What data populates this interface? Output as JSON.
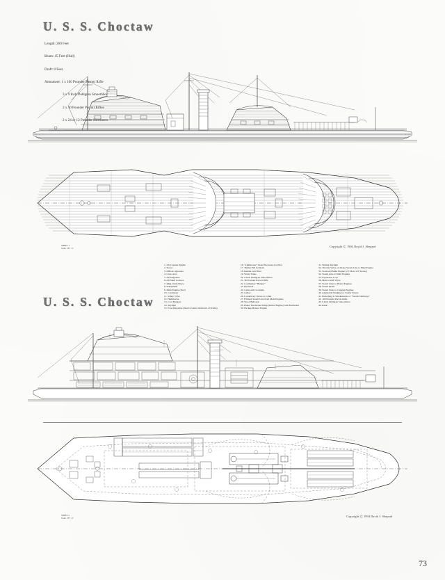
{
  "page": {
    "number": "73",
    "sheet_type": "ship-plans",
    "paper_color": "#fbfbf9",
    "ink_color": "#2e2e2e"
  },
  "titles": {
    "top": "U. S. S. Choctaw",
    "bottom": "U. S. S. Choctaw"
  },
  "specifications": {
    "length": "Length: 260 Feet",
    "beam": "Beam: 45 Feet (Hull)",
    "draft": "Draft: 8 Feet",
    "armament_label": "Armament: 1 x 100 Pounder Parrott Rifle",
    "armament_lines": [
      "3 x 9 Inch Dahlgren Smoothbores",
      "2 x 30 Pounder Parrott Rifles",
      "2 x 24 or 12 Pounder Howitzers"
    ]
  },
  "legend": {
    "column1": [
      "1.  Aft Capstan Engine",
      "2.  Stores",
      "3.  Officers Quarters",
      "4.  Crew Area",
      "5.  Aft Magazine",
      "6.  Aft Shell Lockers",
      "7.  Ring Chain Brace",
      "8.  Wheelshaft",
      "9.  Main Engine (Port)",
      "10. Condenser",
      "11. Safety Valve",
      "12. Hammocks",
      "13. Coal Bunkers",
      "14. Skylight",
      "15. Fore Magazine (Shell Lockers Outboard of Frame)"
    ],
    "column2": [
      "16. \"Lighthouse\" Glass Enclosure for Pilot",
      "17. Timber Fill for Ram",
      "18. Rudder and Tiller",
      "19. Water Tanks",
      "20. 9 Inch Dahlgren Smoothbore",
      "21. 30 Pounder Parrott Rifle",
      "22. Coalbunker \"Bunker\"",
      "23. Flywheel",
      "24. Cams and Crosstails",
      "25. Galley",
      "26. Ladderway: Down to Cabin",
      "27. Exhaust Steam Line from Main Engines",
      "28. Wood Bulwark",
      "29. Boiler Feedwater Pump (Partial Engine) with Feedwater",
      "30. Backup Hoister Engine"
    ],
    "column3": [
      "31. Sliding Skylight",
      "32. Throttle Valve on Intake Steam Line to Main Engine",
      "33. Starboard Main Engine (2.5' Bore x 8' Stroke)",
      "34. Steam Line to Main Engines",
      "35. Expansion Loop",
      "36. Main Cutoff Valve",
      "37. Steam Lines to Boiler Engines",
      "38. Steam Drum",
      "39. Steam Lines to Capstan Engines",
      "40. Adjustable Weights for Safety Valves",
      "41. Branching to Smokestacks or \"Steam Chimneys\"",
      "42. 100 Pounder Parrott Rifle",
      "43. 9 Inch Dahlgren Smoothbore",
      "44. Rank"
    ]
  },
  "copyright": {
    "top": "Copyright Ⓒ 1994 David J. Shepard",
    "bottom": "Copyright Ⓒ 1994 David J. Shepard"
  },
  "scale_notes": {
    "upper": "SHEET 1\nScale 1/8\" = 1'",
    "lower": "SHEET 2\nScale 1/8\" = 1'"
  },
  "drawings": [
    {
      "id": "outboard-profile",
      "caption": "Outboard profile, port side",
      "view": "side-elevation"
    },
    {
      "id": "deck-plan",
      "caption": "Main deck plan",
      "view": "plan"
    },
    {
      "id": "inboard-profile",
      "caption": "Inboard profile / sectional elevation",
      "view": "section"
    },
    {
      "id": "machinery-plan",
      "caption": "Machinery arrangement plan",
      "view": "plan"
    }
  ]
}
